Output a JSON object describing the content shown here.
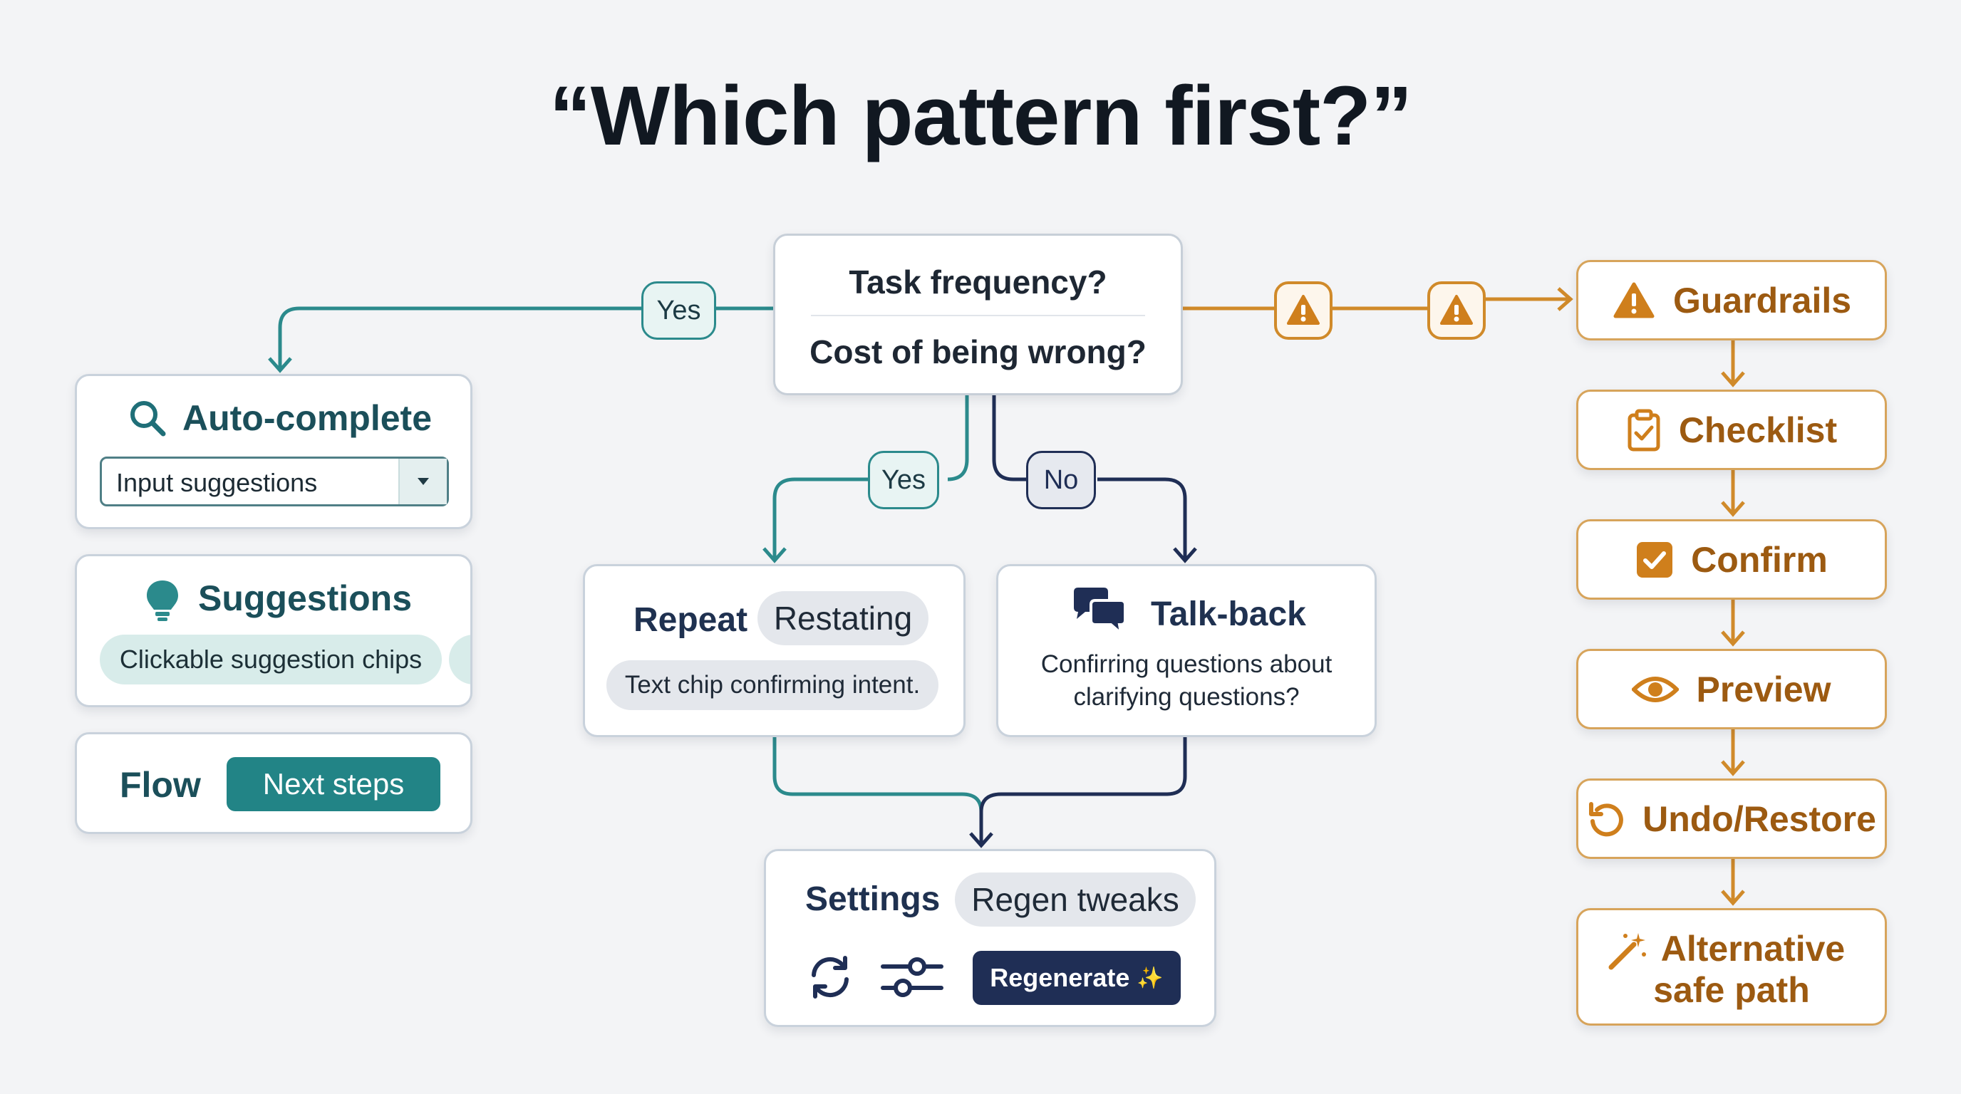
{
  "title": "“Which pattern first?”",
  "colors": {
    "teal": "#2b8a8c",
    "navy": "#1f2e55",
    "orange": "#d08a2a",
    "orange_text": "#9c5a11"
  },
  "decision": {
    "question_1": "Task frequency?",
    "question_2": "Cost of being wrong?"
  },
  "branch_labels": {
    "yes_left": "Yes",
    "yes_down": "Yes",
    "no_down": "No"
  },
  "left_column": {
    "autocomplete": {
      "icon": "search-icon",
      "title": "Auto-complete",
      "input_value": "Input suggestions"
    },
    "suggestions": {
      "icon": "lightbulb-icon",
      "title": "Suggestions",
      "chip": "Clickable suggestion chips"
    },
    "flow": {
      "title": "Flow",
      "button": "Next steps"
    }
  },
  "middle": {
    "repeat": {
      "title": "Repeat",
      "tag": "Restating",
      "chip": "Text chip confirming intent."
    },
    "talkback": {
      "icon": "chat-bubbles-icon",
      "title": "Talk-back",
      "line1": "Confirring questions about",
      "line2": "clarifying questions?"
    },
    "settings": {
      "title": "Settings",
      "tag": "Regen tweaks",
      "button": "Regenerate"
    }
  },
  "right_column": {
    "items": [
      {
        "icon": "warning-icon",
        "label": "Guardrails"
      },
      {
        "icon": "clipboard-check-icon",
        "label": "Checklist"
      },
      {
        "icon": "checkbox-icon",
        "label": "Confirm"
      },
      {
        "icon": "eye-icon",
        "label": "Preview"
      },
      {
        "icon": "undo-icon",
        "label": "Undo/Restore"
      },
      {
        "icon": "magic-wand-icon",
        "label_line1": "Alternative",
        "label_line2": "safe path"
      }
    ]
  }
}
